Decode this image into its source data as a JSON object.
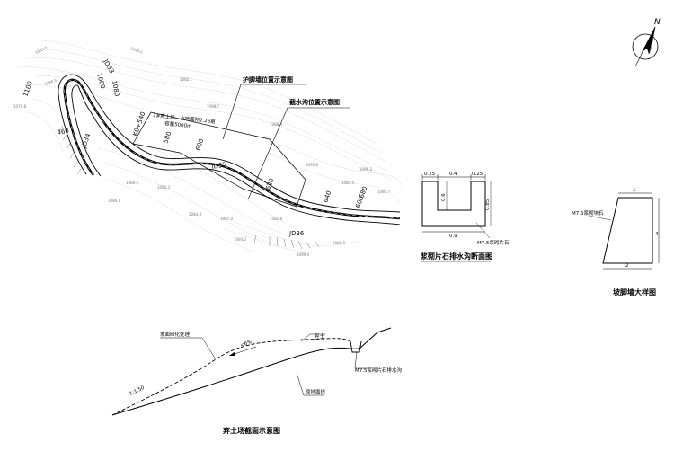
{
  "north": {
    "label": "N"
  },
  "map": {
    "label_retaining_wall": "护脚墙位置示意图",
    "label_intercept_ditch": "截水沟位置示意图",
    "spoil_note_1": "1#弃土场，占地面积2.26亩",
    "spoil_note_2": "容量5000m",
    "stations": [
      "1100",
      "1080",
      "1060",
      "460",
      "K0+540",
      "580",
      "600",
      "620",
      "640",
      "660",
      "680",
      "JD35",
      "JD36",
      "JD34",
      "JD33"
    ],
    "contours": [
      "1083.0",
      "1090.0",
      "1082.1",
      "1098.7",
      "1088.3",
      "1095.0",
      "1085.4",
      "1080.7",
      "1092.3",
      "1084.8",
      "1087.0",
      "1081.6",
      "1093.2",
      "1099.4",
      "1089.6",
      "1086.1",
      "1094.5",
      "1079.8",
      "1088.9",
      "1096.2"
    ]
  },
  "ditch_section": {
    "title": "浆砌片石排水沟断面图",
    "dim_top_left": "0.25",
    "dim_top_mid": "0.4",
    "dim_top_right": "0.25",
    "dim_inner_depth": "0.6",
    "dim_total_depth": "0.85",
    "dim_bottom": "0.9",
    "material": "M7.5浆砌片石"
  },
  "wall_detail": {
    "title": "坡脚墙大样图",
    "dim_top": "1",
    "dim_bottom": "2",
    "dim_height": "4",
    "material": "M7.5浆砌块石"
  },
  "spoil_section": {
    "title": "弃土场截面示意图",
    "label_greening": "坡面绿化处理",
    "label_spoil": "弃土",
    "label_ditch": "M7.5浆砌片石排水沟",
    "label_ground": "原地面线",
    "label_slope": "1:1.50",
    "label_grade": "<6%"
  }
}
